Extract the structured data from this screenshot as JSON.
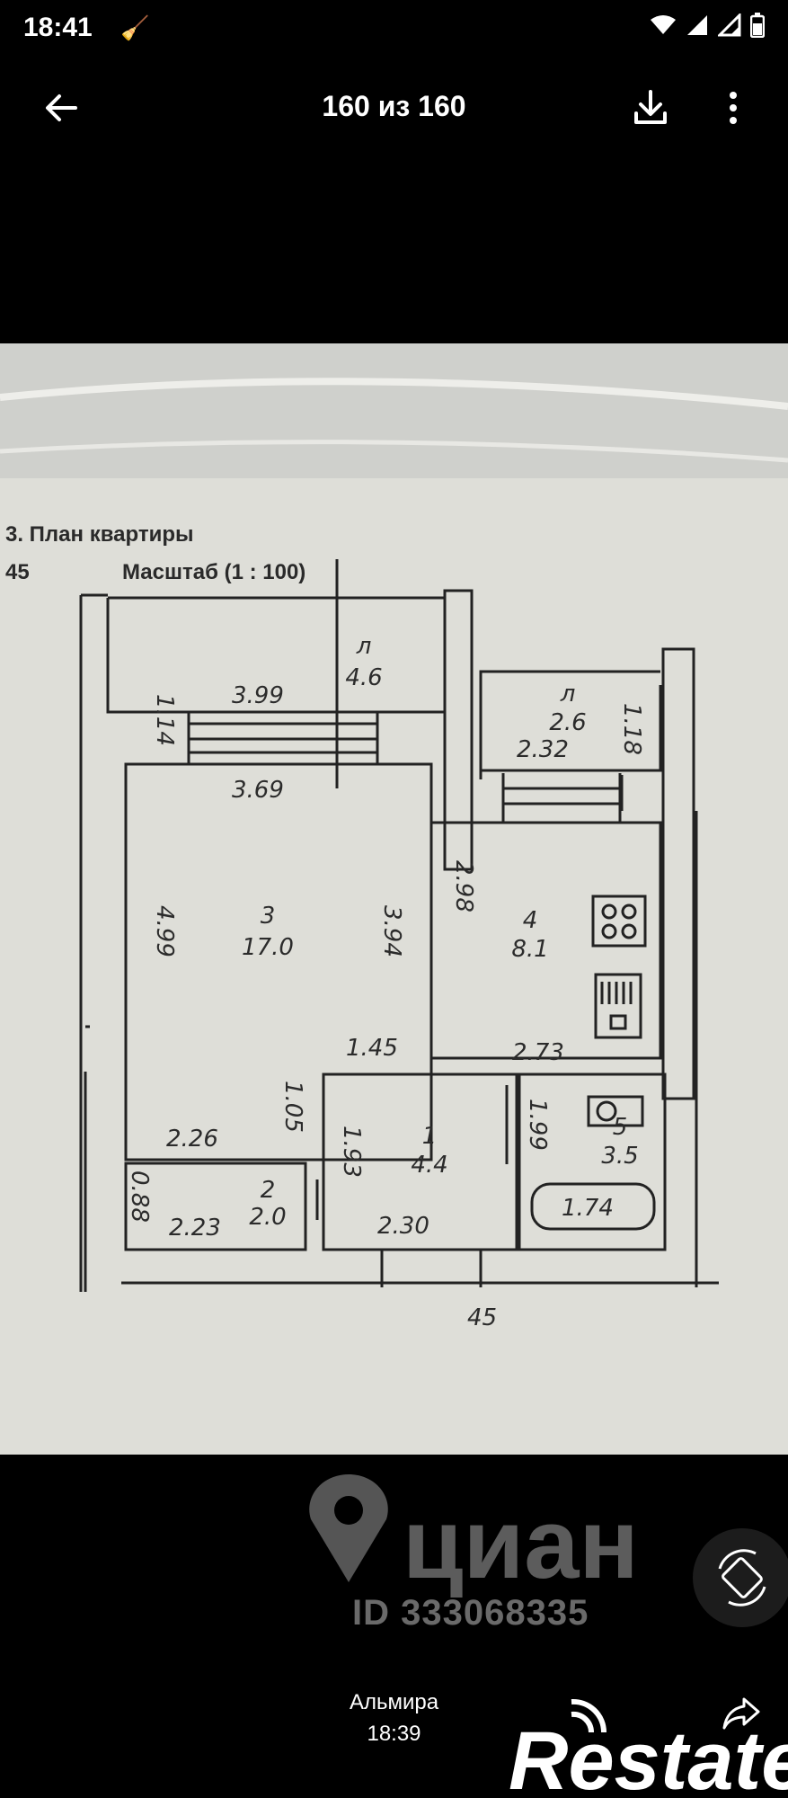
{
  "status_bar": {
    "time": "18:41"
  },
  "top_bar": {
    "counter": "160 из 160"
  },
  "photo": {
    "heading": "3. План квартиры",
    "left_code": "45",
    "scale": "Масштаб (1 : 100)",
    "rooms": [
      {
        "number": "л",
        "area": "4.6"
      },
      {
        "number": "л",
        "area": "2.6"
      },
      {
        "number": "3",
        "area": "17.0"
      },
      {
        "number": "4",
        "area": "8.1"
      },
      {
        "number": "1",
        "area": "4.4"
      },
      {
        "number": "2",
        "area": "2.0"
      },
      {
        "number": "5",
        "area": "3.5"
      }
    ],
    "dimensions": [
      "1.14",
      "3.99",
      "2.32",
      "1.18",
      "3.69",
      "4.99",
      "3.94",
      "2.98",
      "1.45",
      "2.73",
      "1.05",
      "2.26",
      "1.93",
      "1.99",
      "0.88",
      "2.23",
      "2.30",
      "1.74",
      "45"
    ]
  },
  "watermark": {
    "brand": "циан",
    "id": "ID 333068335"
  },
  "footer": {
    "sender": "Альмира",
    "sent_time": "18:39",
    "brand": "Restate"
  }
}
